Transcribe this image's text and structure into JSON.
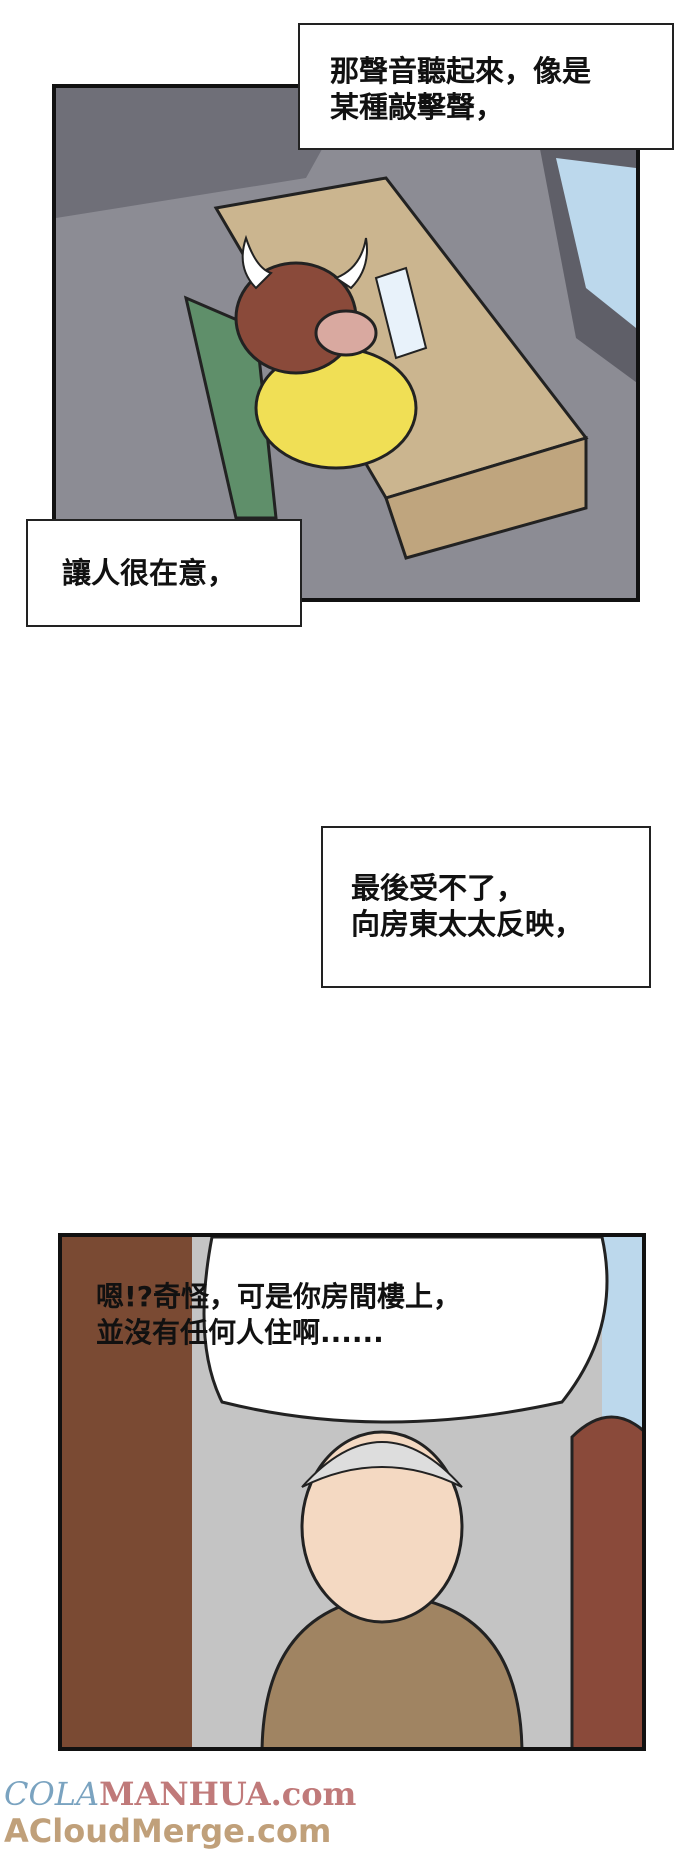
{
  "captions": {
    "top": [
      "那聲音聽起來，像是",
      "某種敲擊聲，"
    ],
    "middle": [
      "讓人很在意，"
    ],
    "lower": [
      "最後受不了，",
      "向房東太太反映，"
    ]
  },
  "speech_bubble": [
    "嗯!?奇怪，可是你房間樓上，",
    "並沒有任何人住啊......"
  ],
  "watermark": {
    "line1_a": "COLA",
    "line1_b": "MANHUA.com",
    "line2": "ACloudMerge.com"
  },
  "colors": {
    "panel_border": "#111111",
    "floor": "#8c8c94",
    "desk": "#cbb58f",
    "chair": "#5f8f6a",
    "shirt": "#f0df55",
    "bull": "#8a4a3a",
    "door": "#7a4a33",
    "wall": "#c4c4c4",
    "watermark_blue": "#7aa3c0",
    "watermark_red": "#c07a7a",
    "watermark_tan": "#c0a07a"
  }
}
